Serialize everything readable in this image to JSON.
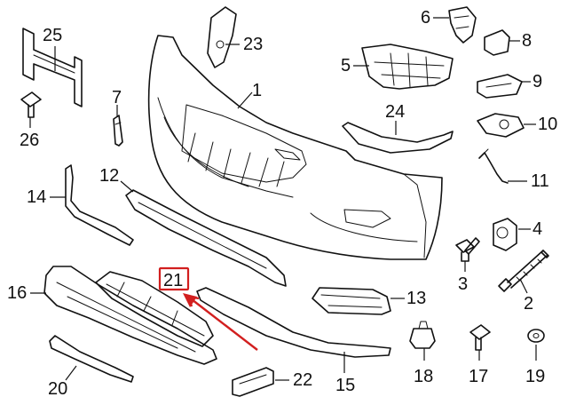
{
  "highlight_color": "#d21f1f",
  "callouts": {
    "c1": "1",
    "c2": "2",
    "c3": "3",
    "c4": "4",
    "c5": "5",
    "c6": "6",
    "c7": "7",
    "c8": "8",
    "c9": "9",
    "c10": "10",
    "c11": "11",
    "c12": "12",
    "c13": "13",
    "c14": "14",
    "c15": "15",
    "c16": "16",
    "c17": "17",
    "c18": "18",
    "c19": "19",
    "c20": "20",
    "c21": "21",
    "c22": "22",
    "c23": "23",
    "c24": "24",
    "c25": "25",
    "c26": "26"
  },
  "highlighted_callout": "21"
}
